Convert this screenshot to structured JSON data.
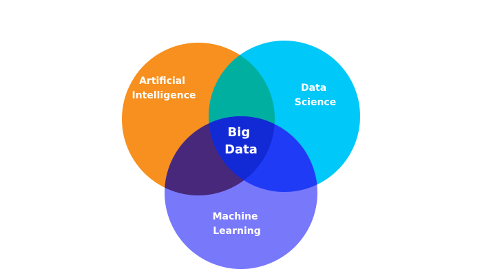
{
  "diagram": {
    "type": "venn",
    "sets": [
      {
        "id": "ai",
        "lines": [
          "Artificial",
          "Intelligence"
        ],
        "color": "#F7901E"
      },
      {
        "id": "ds",
        "lines": [
          "Data",
          "Science"
        ],
        "color": "#00C8F8"
      },
      {
        "id": "ml",
        "lines": [
          "Machine",
          "Learning"
        ],
        "color": "#7878FA"
      }
    ],
    "intersections": [
      {
        "sets": [
          "ai",
          "ds"
        ],
        "color": "#00AFA0"
      },
      {
        "sets": [
          "ai",
          "ml"
        ],
        "color": "#47287A"
      },
      {
        "sets": [
          "ds",
          "ml"
        ],
        "color": "#1F3BF5"
      },
      {
        "sets": [
          "ai",
          "ds",
          "ml"
        ],
        "color": "#1229D6",
        "lines": [
          "Big",
          "Data"
        ]
      }
    ]
  }
}
